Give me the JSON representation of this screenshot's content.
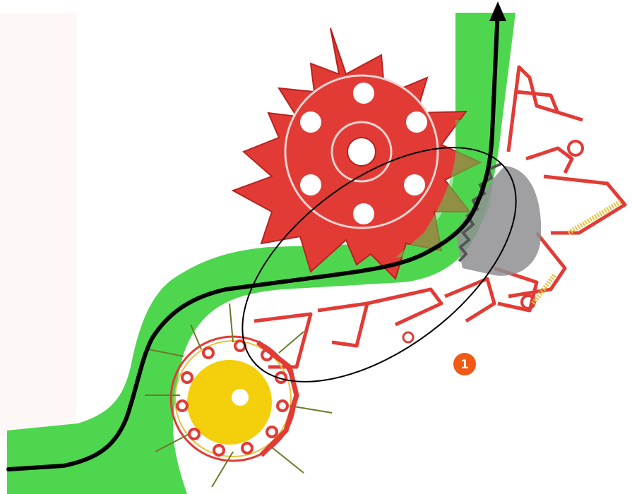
{
  "diagram": {
    "colors": {
      "background": "#ffffff",
      "left_panel": "#fdf8f6",
      "crop_flow": "#4fd64f",
      "crop_flow_dark": "#3bbd3b",
      "machine_red": "#e23b36",
      "machine_red_dark": "#b8211f",
      "pickup_yellow": "#f3cf0c",
      "blade_grey": "#8f8f93",
      "spring_yellow": "#e8c23a",
      "flow_line": "#000000",
      "marker": "#f05a14"
    },
    "parts": {
      "feed_rotor": "rotor-with-teeth",
      "pickup_drum": "pickup-drum",
      "knife_bank": "cutting-knives",
      "flow_arrow": "crop-flow-path",
      "highlight": "highlight-ellipse"
    },
    "marker": {
      "label": "1"
    }
  }
}
